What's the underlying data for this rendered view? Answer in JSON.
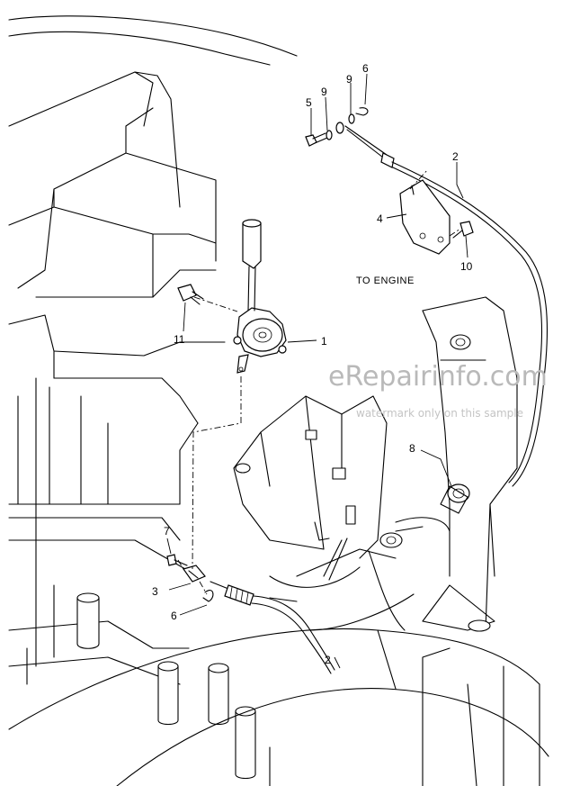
{
  "callouts": [
    {
      "id": "c1",
      "text": "1"
    },
    {
      "id": "c2a",
      "text": "2"
    },
    {
      "id": "c2b",
      "text": "2"
    },
    {
      "id": "c3",
      "text": "3"
    },
    {
      "id": "c4",
      "text": "4"
    },
    {
      "id": "c5",
      "text": "5"
    },
    {
      "id": "c6a",
      "text": "6"
    },
    {
      "id": "c6b",
      "text": "6"
    },
    {
      "id": "c7",
      "text": "7"
    },
    {
      "id": "c8",
      "text": "8"
    },
    {
      "id": "c9a",
      "text": "9"
    },
    {
      "id": "c9b",
      "text": "9"
    },
    {
      "id": "c10",
      "text": "10"
    },
    {
      "id": "c11",
      "text": "11"
    }
  ],
  "note": "TO ENGINE",
  "watermark": {
    "main": "eRepairinfo.com",
    "sub": "watermark only on this sample"
  }
}
